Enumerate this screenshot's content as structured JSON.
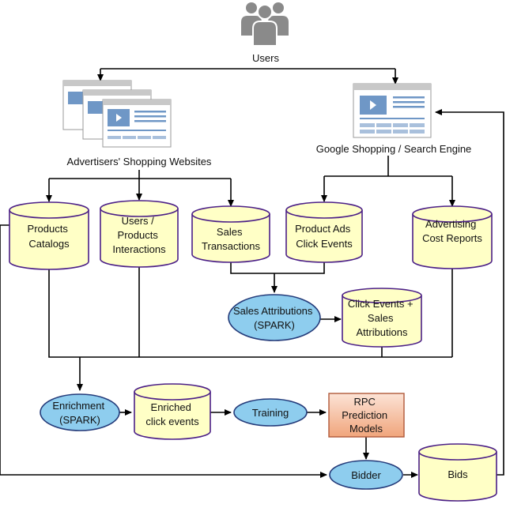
{
  "nodes": {
    "users": "Users",
    "advertisers": "Advertisers' Shopping Websites",
    "google": "Google Shopping / Search Engine",
    "catalogs": [
      "Products",
      "Catalogs"
    ],
    "interactions": [
      "Users /",
      "Products",
      "Interactions"
    ],
    "sales": [
      "Sales",
      "Transactions"
    ],
    "clicks": [
      "Product Ads",
      "Click Events"
    ],
    "cost": [
      "Advertising",
      "Cost Reports"
    ],
    "attrib_spark": [
      "Sales Attributions",
      "(SPARK)"
    ],
    "click_sales": [
      "Click Events +",
      "Sales",
      "Attributions"
    ],
    "enrich_spark": [
      "Enrichment",
      "(SPARK)"
    ],
    "enriched": [
      "Enriched",
      "click events"
    ],
    "training": "Training",
    "rpc": [
      "RPC",
      "Prediction",
      "Models"
    ],
    "bidder": "Bidder",
    "bids": "Bids"
  },
  "colors": {
    "cylinder_fill": "#ffffc6",
    "cylinder_stroke": "#4b1f87",
    "ellipse_fill": "#8ecdee",
    "ellipse_stroke": "#243b7a",
    "rpc_fill_top": "#fce3d6",
    "rpc_fill_bottom": "#f0a57c",
    "rpc_stroke": "#b0593a",
    "icon_gray": "#8a8a8a",
    "window_blue": "#6f97c6"
  },
  "icons": [
    "users-icon",
    "browser-windows-icon"
  ]
}
